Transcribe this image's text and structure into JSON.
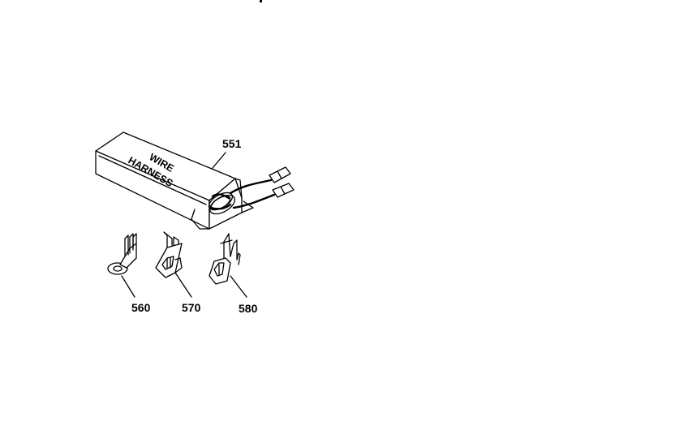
{
  "diagram": {
    "box_text": {
      "line1": "WIRE",
      "line2": "HARNESS"
    },
    "parts": [
      {
        "id": "wire-harness",
        "number": "551"
      },
      {
        "id": "ring-terminal",
        "number": "560"
      },
      {
        "id": "spade-terminal",
        "number": "570"
      },
      {
        "id": "flag-terminal",
        "number": "580"
      }
    ]
  }
}
